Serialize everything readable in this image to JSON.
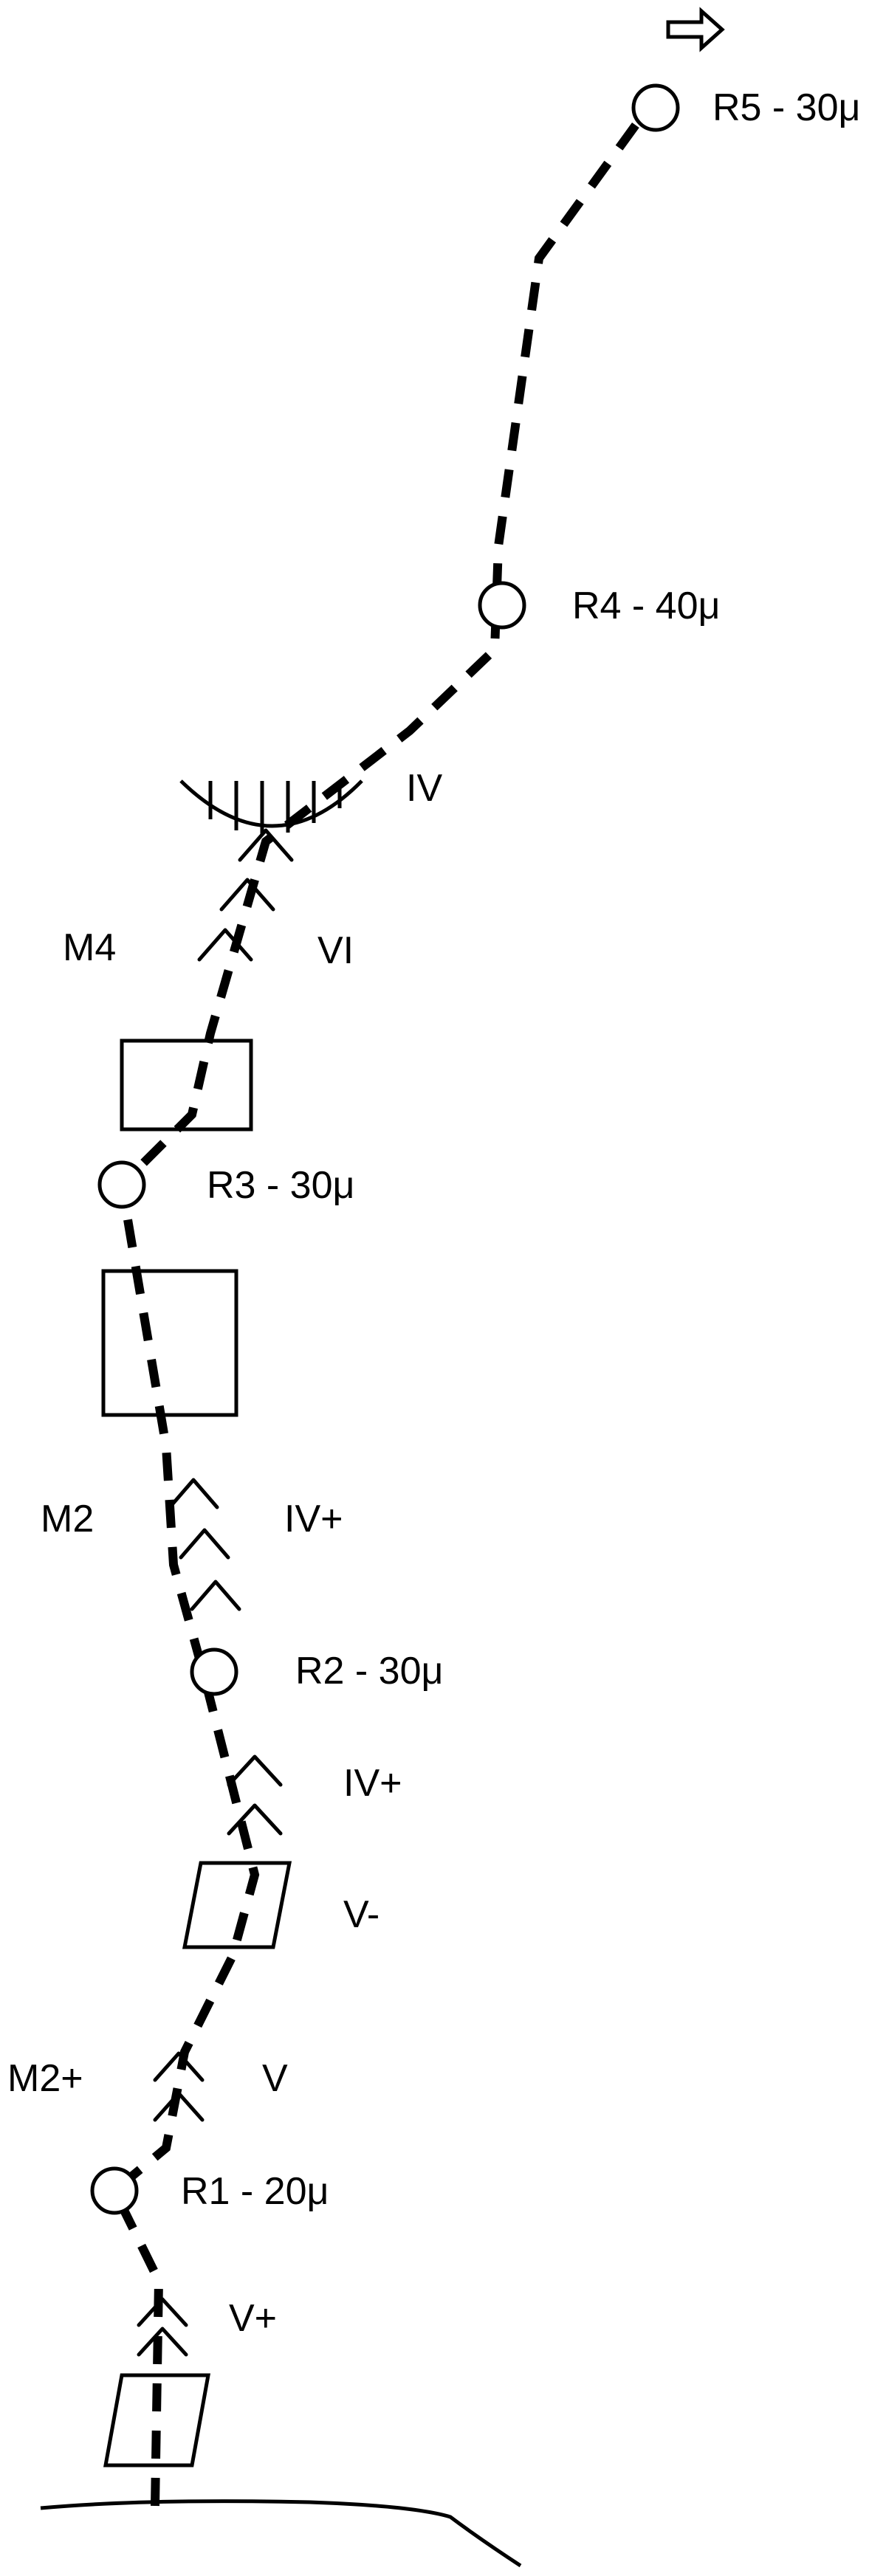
{
  "belays": [
    {
      "id": "r1",
      "label": "R1 - 20μ"
    },
    {
      "id": "r2",
      "label": "R2 - 30μ"
    },
    {
      "id": "r3",
      "label": "R3 - 30μ"
    },
    {
      "id": "r4",
      "label": "R4 - 40μ"
    },
    {
      "id": "r5",
      "label": "R5 - 30μ"
    }
  ],
  "pitch_labels": {
    "m2_plus": "M2+",
    "v": "V",
    "v_plus": "V+",
    "v_minus": "V-",
    "iv_plus_upper": "IV+",
    "iv_plus_lower": "IV+",
    "m2": "M2",
    "m4": "M4",
    "vi": "VI",
    "iv_top": "IV"
  },
  "colors": {
    "line": "#000000",
    "background": "#ffffff"
  },
  "icons": {
    "exit": "arrow-right-outline-icon"
  }
}
